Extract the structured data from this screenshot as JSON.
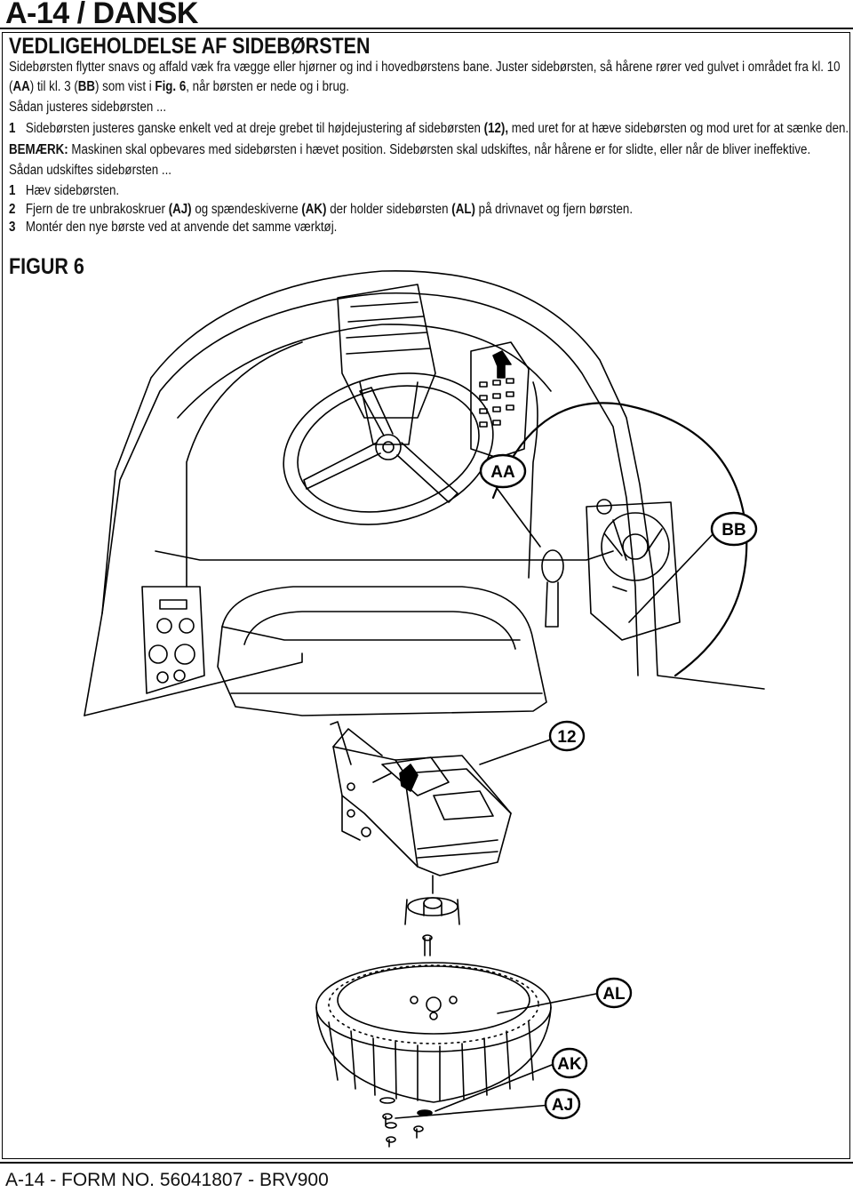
{
  "header": {
    "title": "A-14 / DANSK"
  },
  "section": {
    "title": "VEDLIGEHOLDELSE AF SIDEBØRSTEN",
    "intro_line1": "Sidebørsten flytter snavs og affald væk fra vægge eller hjørner og ind i hovedbørstens bane. Juster sidebørsten, så hårene rører ved gulvet i området fra kl. 10",
    "intro_l2_a": "(",
    "intro_l2_aa": "AA",
    "intro_l2_b": ") til kl. 3 (",
    "intro_l2_bb": "BB",
    "intro_l2_c": ") som vist i ",
    "intro_l2_fig": "Fig. 6",
    "intro_l2_d": ", når børsten er nede og i brug.",
    "adjust_heading": "Sådan justeres sidebørsten ...",
    "adjust_num": "1",
    "adjust_a": "Sidebørsten justeres ganske enkelt ved at dreje grebet til højdejustering af sidebørsten ",
    "adjust_12": "(12),",
    "adjust_b": " med uret for at hæve sidebørsten og mod uret for at sænke den.",
    "note_label": "BEMÆRK:",
    "note_text": " Maskinen skal opbevares med sidebørsten i hævet position. Sidebørsten skal udskiftes, når hårene er for slidte, eller når de bliver ineffektive.",
    "replace_heading": "Sådan udskiftes sidebørsten ...",
    "step1_num": "1",
    "step1_text": "Hæv sidebørsten.",
    "step2_num": "2",
    "step2_a": "Fjern de tre unbrakoskruer ",
    "step2_aj": "(AJ)",
    "step2_b": " og spændeskiverne ",
    "step2_ak": "(AK)",
    "step2_c": " der holder sidebørsten ",
    "step2_al": "(AL)",
    "step2_d": " på drivnavet og fjern børsten.",
    "step3_num": "3",
    "step3_text": "Montér den nye børste ved at anvende det samme værktøj."
  },
  "figure": {
    "label": "FIGUR 6",
    "callouts": {
      "aa": "AA",
      "bb": "BB",
      "c12": "12",
      "al": "AL",
      "ak": "AK",
      "aj": "AJ"
    }
  },
  "footer": {
    "text": "A-14 - FORM NO. 56041807 - BRV900"
  }
}
